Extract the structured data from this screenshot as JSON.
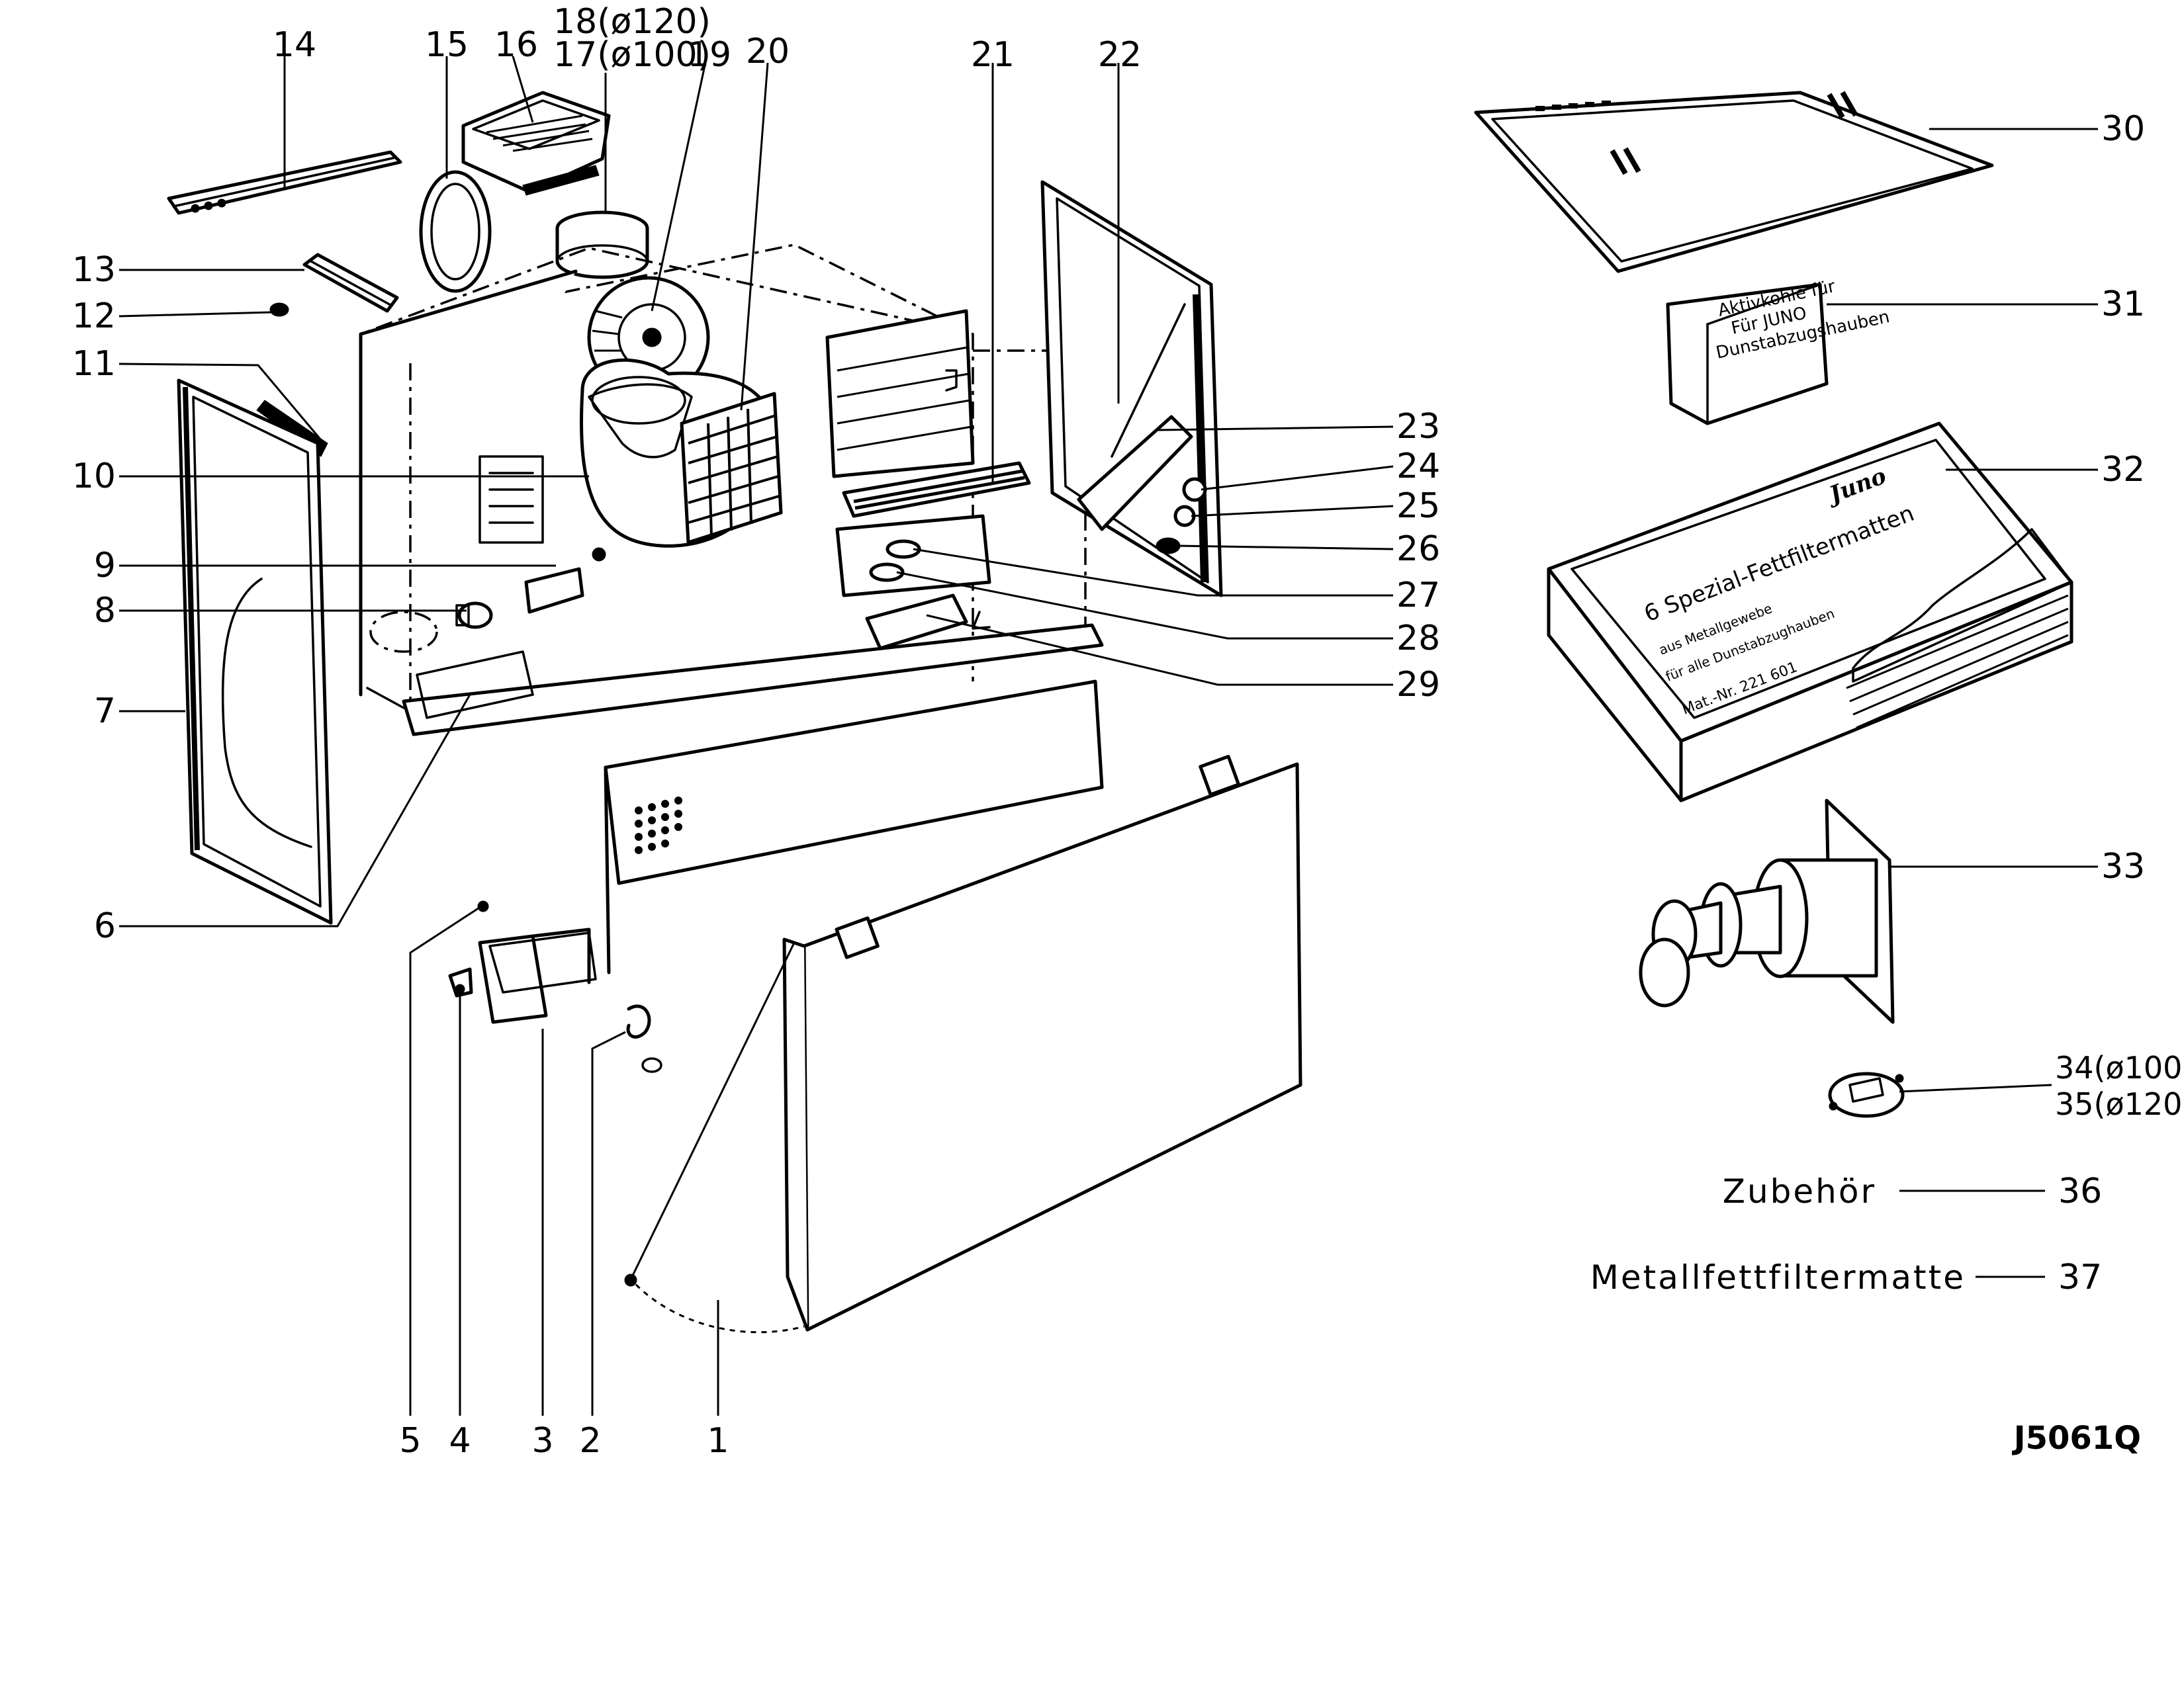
{
  "callouts": [
    {
      "id": "p1",
      "text": "1"
    },
    {
      "id": "p2",
      "text": "2"
    },
    {
      "id": "p3",
      "text": "3"
    },
    {
      "id": "p4",
      "text": "4"
    },
    {
      "id": "p5",
      "text": "5"
    },
    {
      "id": "p6",
      "text": "6"
    },
    {
      "id": "p7",
      "text": "7"
    },
    {
      "id": "p8",
      "text": "8"
    },
    {
      "id": "p9",
      "text": "9"
    },
    {
      "id": "p10",
      "text": "10"
    },
    {
      "id": "p11",
      "text": "11"
    },
    {
      "id": "p12",
      "text": "12"
    },
    {
      "id": "p13",
      "text": "13"
    },
    {
      "id": "p14",
      "text": "14"
    },
    {
      "id": "p15",
      "text": "15"
    },
    {
      "id": "p16",
      "text": "16"
    },
    {
      "id": "p17",
      "text": "17(ø100)"
    },
    {
      "id": "p18",
      "text": "18(ø120)"
    },
    {
      "id": "p19",
      "text": "19"
    },
    {
      "id": "p20",
      "text": "20"
    },
    {
      "id": "p21",
      "text": "21"
    },
    {
      "id": "p22",
      "text": "22"
    },
    {
      "id": "p23",
      "text": "23"
    },
    {
      "id": "p24",
      "text": "24"
    },
    {
      "id": "p25",
      "text": "25"
    },
    {
      "id": "p26",
      "text": "26"
    },
    {
      "id": "p27",
      "text": "27"
    },
    {
      "id": "p28",
      "text": "28"
    },
    {
      "id": "p29",
      "text": "29"
    },
    {
      "id": "p30",
      "text": "30"
    },
    {
      "id": "p31",
      "text": "31"
    },
    {
      "id": "p32",
      "text": "32"
    },
    {
      "id": "p33",
      "text": "33"
    },
    {
      "id": "p34",
      "text": "34(ø100)"
    },
    {
      "id": "p35",
      "text": "35(ø120)"
    },
    {
      "id": "p36",
      "text": "36"
    },
    {
      "id": "p37",
      "text": "37"
    }
  ],
  "accessories": {
    "zubehoer_label": "Zubehör",
    "mat_label": "Metallfettfiltermatte"
  },
  "drawing_code": "J5061Q",
  "package_31": {
    "line1": "Aktivkohle für",
    "line2": "Für JUNO",
    "line3": "Dunstabzugshauben"
  },
  "package_32": {
    "brand": "Juno",
    "title": "6 Spezial-Fettfiltermatten",
    "sub1": "aus Metallgewebe",
    "sub2": "für alle Dunstabzughauben",
    "artno": "Mat.-Nr. 221 601"
  }
}
